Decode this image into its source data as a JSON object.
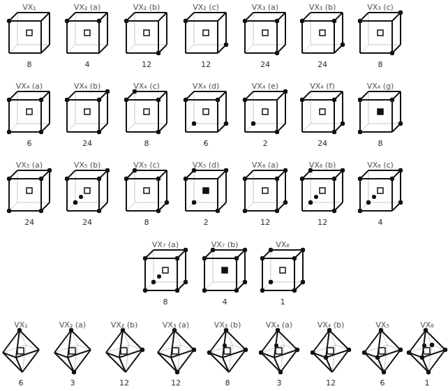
{
  "diagram": {
    "labels": [
      "VX₁",
      "VX₂ (a)",
      "VX₂ (b)",
      "VX₂ (c)",
      "VX₃ (a)",
      "VX₃ (b)",
      "VX₃ (c)",
      "8",
      "4",
      "12",
      "12",
      "24",
      "24",
      "8",
      "VX₄ (a)",
      "VX₄ (b)",
      "VX₄ (c)",
      "VX₄ (d)",
      "VX₄ (e)",
      "VX₄ (f)",
      "VX₄ (g)",
      "6",
      "24",
      "8",
      "6",
      "2",
      "24",
      "8",
      "VX₅ (a)",
      "VX₅ (b)",
      "VX₅ (c)",
      "VX₅ (d)",
      "VX₆ (a)",
      "VX₆ (b)",
      "VX₆ (c)",
      "24",
      "24",
      "8",
      "2",
      "12",
      "12",
      "4",
      "VX₇ (a)",
      "VX₇ (b)",
      "VX₈",
      "8",
      "4",
      "1",
      "VX₁",
      "VX₂ (a)",
      "VX₂ (b)",
      "VX₃ (a)",
      "VX₃ (b)",
      "VX₄ (a)",
      "VX₄ (b)",
      "VX₅",
      "VX₆",
      "6",
      "3",
      "12",
      "12",
      "8",
      "3",
      "12",
      "6",
      "1"
    ]
  }
}
